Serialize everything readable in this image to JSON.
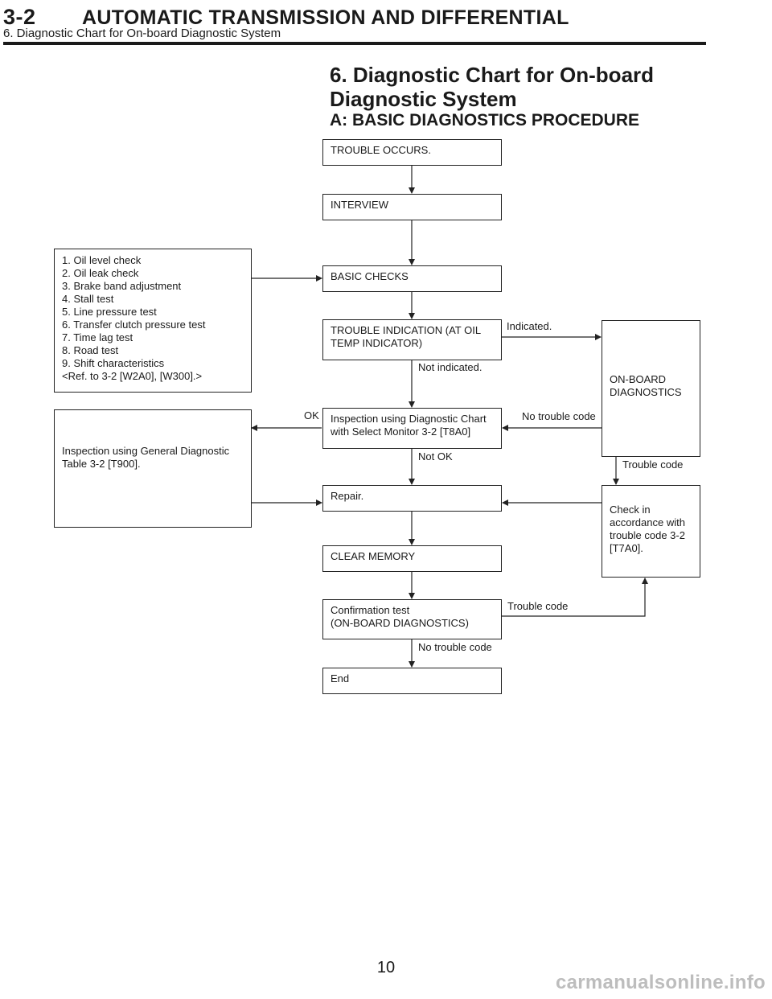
{
  "header": {
    "section_number": "3-2",
    "title": "AUTOMATIC TRANSMISSION AND DIFFERENTIAL",
    "subtitle": "6. Diagnostic Chart for On-board Diagnostic System"
  },
  "section": {
    "title": "6.  Diagnostic Chart for On-board\nDiagnostic System",
    "subtitle": "A:  BASIC DIAGNOSTICS PROCEDURE"
  },
  "flowchart": {
    "boxes": {
      "trouble_occurs": "TROUBLE OCCURS.",
      "interview": "INTERVIEW",
      "basic_checks_list": "1.  Oil level check\n2.  Oil leak check\n3.  Brake band adjustment\n4.  Stall test\n5.  Line pressure test\n6.  Transfer clutch pressure test\n7.  Time lag test\n8.  Road test\n9.  Shift characteristics\n     <Ref. to 3-2 [W2A0], [W300].>",
      "basic_checks": "BASIC CHECKS",
      "trouble_indication": "TROUBLE INDICATION (AT OIL\nTEMP INDICATOR)",
      "on_board_diagnostics": "ON-BOARD\nDIAGNOSTICS",
      "general_diagnostic": "Inspection using General Diagnostic\nTable 3-2 [T900].",
      "inspection_select_monitor": "Inspection using Diagnostic Chart\nwith Select Monitor 3-2 [T8A0]",
      "repair": "Repair.",
      "check_trouble_code": "Check in\naccordance with\ntrouble code 3-2\n[T7A0].",
      "clear_memory": "CLEAR MEMORY",
      "confirmation_test": "Confirmation test\n(ON-BOARD DIAGNOSTICS)",
      "end": "End"
    },
    "labels": {
      "indicated": "Indicated.",
      "not_indicated": "Not indicated.",
      "ok": "OK",
      "no_trouble_code_1": "No trouble code",
      "not_ok": "Not OK",
      "trouble_code_1": "Trouble code",
      "trouble_code_2": "Trouble code",
      "no_trouble_code_2": "No trouble code"
    }
  },
  "footer": {
    "page_number": "10",
    "watermark": "carmanualsonline.info"
  }
}
